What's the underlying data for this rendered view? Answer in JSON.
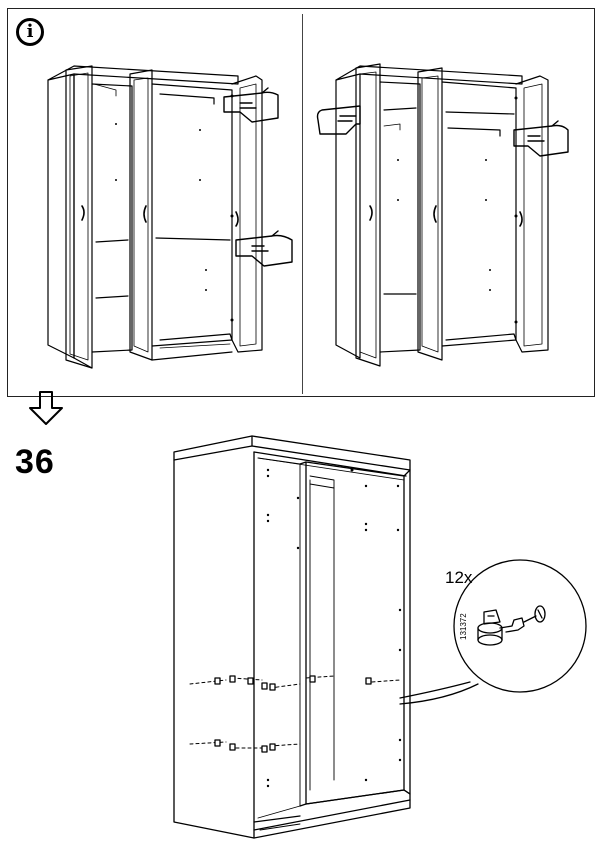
{
  "info_panel": {
    "icon": "info-icon",
    "icon_glyph": "i"
  },
  "step": {
    "number": "36",
    "icon": "arrow-down-icon"
  },
  "callout": {
    "quantity": "12x",
    "part_number": "131372"
  }
}
